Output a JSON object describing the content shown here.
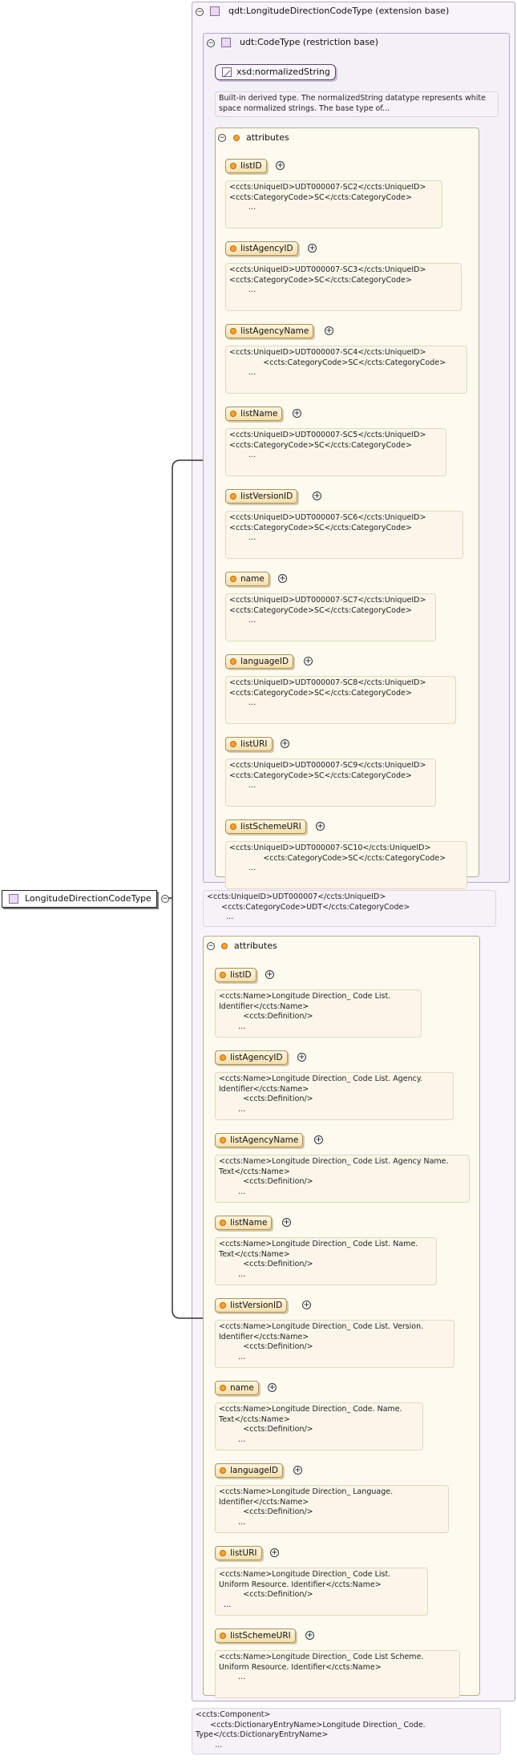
{
  "root": {
    "label": "LongitudeDirectionCodeType"
  },
  "extension": {
    "label": "qdt:LongitudeDirectionCodeType (extension base)"
  },
  "restriction": {
    "label": "udt:CodeType (restriction base)",
    "base_type": "xsd:normalizedString",
    "base_description": "Built-in derived type. The normalizedString datatype represents white space normalized strings. The base type of...",
    "attributes_label": "attributes",
    "attributes": [
      {
        "name": "listID",
        "doc": "<ccts:UniqueID>UDT000007-SC2</ccts:UniqueID>\n<ccts:CategoryCode>SC</ccts:CategoryCode>\n        ..."
      },
      {
        "name": "listAgencyID",
        "doc": "<ccts:UniqueID>UDT000007-SC3</ccts:UniqueID>\n<ccts:CategoryCode>SC</ccts:CategoryCode>\n        ..."
      },
      {
        "name": "listAgencyName",
        "doc": "<ccts:UniqueID>UDT000007-SC4</ccts:UniqueID>\n              <ccts:CategoryCode>SC</ccts:CategoryCode>\n        ..."
      },
      {
        "name": "listName",
        "doc": "<ccts:UniqueID>UDT000007-SC5</ccts:UniqueID>\n<ccts:CategoryCode>SC</ccts:CategoryCode>\n        ..."
      },
      {
        "name": "listVersionID",
        "doc": "<ccts:UniqueID>UDT000007-SC6</ccts:UniqueID>\n<ccts:CategoryCode>SC</ccts:CategoryCode>\n        ..."
      },
      {
        "name": "name",
        "doc": "<ccts:UniqueID>UDT000007-SC7</ccts:UniqueID>\n<ccts:CategoryCode>SC</ccts:CategoryCode>\n        ..."
      },
      {
        "name": "languageID",
        "doc": "<ccts:UniqueID>UDT000007-SC8</ccts:UniqueID>\n<ccts:CategoryCode>SC</ccts:CategoryCode>\n        ..."
      },
      {
        "name": "listURI",
        "doc": "<ccts:UniqueID>UDT000007-SC9</ccts:UniqueID>\n<ccts:CategoryCode>SC</ccts:CategoryCode>\n        ..."
      },
      {
        "name": "listSchemeURI",
        "doc": "<ccts:UniqueID>UDT000007-SC10</ccts:UniqueID>\n              <ccts:CategoryCode>SC</ccts:CategoryCode>\n        ..."
      }
    ]
  },
  "extension_doc": "<ccts:UniqueID>UDT000007</ccts:UniqueID>\n      <ccts:CategoryCode>UDT</ccts:CategoryCode>\n        ...",
  "ext_attributes_label": "attributes",
  "ext_attributes": [
    {
      "name": "listID",
      "doc": "<ccts:Name>Longitude Direction_ Code List.\nIdentifier</ccts:Name>\n          <ccts:Definition/>\n        ..."
    },
    {
      "name": "listAgencyID",
      "doc": "<ccts:Name>Longitude Direction_ Code List. Agency.\nIdentifier</ccts:Name>\n          <ccts:Definition/>\n        ..."
    },
    {
      "name": "listAgencyName",
      "doc": "<ccts:Name>Longitude Direction_ Code List. Agency Name.\nText</ccts:Name>\n          <ccts:Definition/>\n        ..."
    },
    {
      "name": "listName",
      "doc": "<ccts:Name>Longitude Direction_ Code List. Name.\nText</ccts:Name>\n          <ccts:Definition/>\n        ..."
    },
    {
      "name": "listVersionID",
      "doc": "<ccts:Name>Longitude Direction_ Code List. Version.\nIdentifier</ccts:Name>\n          <ccts:Definition/>\n        ..."
    },
    {
      "name": "name",
      "doc": "<ccts:Name>Longitude Direction_ Code. Name.\nText</ccts:Name>\n          <ccts:Definition/>\n        ..."
    },
    {
      "name": "languageID",
      "doc": "<ccts:Name>Longitude Direction_ Language.\nIdentifier</ccts:Name>\n          <ccts:Definition/>\n        ..."
    },
    {
      "name": "listURI",
      "doc": "<ccts:Name>Longitude Direction_ Code List.\nUniform Resource. Identifier</ccts:Name>\n          <ccts:Definition/>\n  ..."
    },
    {
      "name": "listSchemeURI",
      "doc": "<ccts:Name>Longitude Direction_ Code List Scheme.\nUniform Resource. Identifier</ccts:Name>\n        ..."
    }
  ],
  "root_doc": "<ccts:Component>\n      <ccts:DictionaryEntryName>Longitude Direction_ Code.\nType</ccts:DictionaryEntryName>\n        ...",
  "toggle_collapse": "−",
  "toggle_expand": "+"
}
